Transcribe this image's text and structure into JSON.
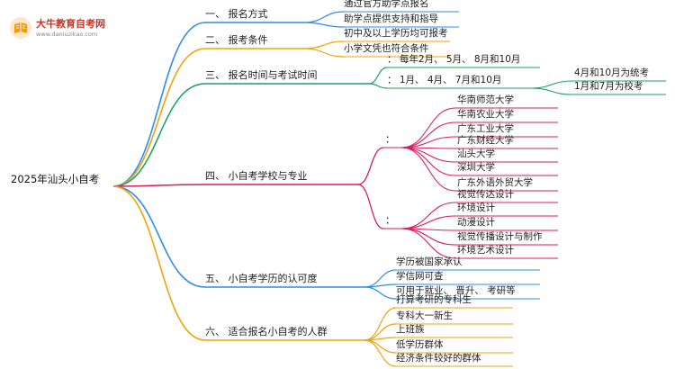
{
  "logo": {
    "title": "大牛教育自考网",
    "url": "www.daniuzikao.com"
  },
  "mindmap": {
    "root": "2025年汕头小自考",
    "sections": [
      {
        "label": "一、 报名方式",
        "color": "#2d8cf0",
        "items": [
          "通过官方助学点报名",
          "助学点提供支持和指导"
        ]
      },
      {
        "label": "二、 报考条件",
        "color": "#f0a30a",
        "items": [
          "初中及以上学历均可报考",
          "小学文凭也符合条件"
        ]
      },
      {
        "label": "三、 报名时间与考试时间",
        "color": "#1aa260",
        "branches": [
          {
            "label": "： 每年2月、 5月、 8月和10月",
            "children": []
          },
          {
            "label": "： 1月、 4月、 7月和10月",
            "children": [
              "4月和10月为统考",
              "1月和7月为校考"
            ]
          }
        ]
      },
      {
        "label": "四、 小自考学校与专业",
        "color": "#d81b60",
        "branches": [
          {
            "label": "：",
            "children": [
              "华南师范大学",
              "华南农业大学",
              "广东工业大学",
              "广东财经大学",
              "汕头大学",
              "深圳大学",
              "广东外语外贸大学"
            ]
          },
          {
            "label": "：",
            "children": [
              "视觉传达设计",
              "环境设计",
              "动漫设计",
              "视觉传播设计与制作",
              "环境艺术设计"
            ]
          }
        ]
      },
      {
        "label": "五、 小自考学历的认可度",
        "color": "#2d8cf0",
        "items": [
          "学历被国家承认",
          "学信网可查",
          "可用于就业、 晋升、 考研等"
        ]
      },
      {
        "label": "六、 适合报名小自考的人群",
        "color": "#f0a30a",
        "items": [
          "打算考研的专科生",
          "专科大一新生",
          "上班族",
          "低学历群体",
          "经济条件较好的群体"
        ]
      }
    ]
  }
}
